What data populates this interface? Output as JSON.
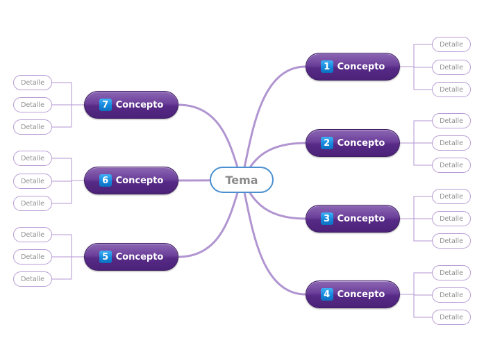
{
  "center": {
    "label": "Tema"
  },
  "concepts": [
    {
      "number": "1",
      "label": "Concepto",
      "details": [
        "Detalle",
        "Detalle",
        "Detalle"
      ]
    },
    {
      "number": "2",
      "label": "Concepto",
      "details": [
        "Detalle",
        "Detalle",
        "Detalle"
      ]
    },
    {
      "number": "3",
      "label": "Concepto",
      "details": [
        "Detalle",
        "Detalle",
        "Detalle"
      ]
    },
    {
      "number": "4",
      "label": "Concepto",
      "details": [
        "Detalle",
        "Detalle",
        "Detalle"
      ]
    },
    {
      "number": "5",
      "label": "Concepto",
      "details": [
        "Detalle",
        "Detalle",
        "Detalle"
      ]
    },
    {
      "number": "6",
      "label": "Concepto",
      "details": [
        "Detalle",
        "Detalle",
        "Detalle"
      ]
    },
    {
      "number": "7",
      "label": "Concepto",
      "details": [
        "Detalle",
        "Detalle",
        "Detalle"
      ]
    }
  ],
  "colors": {
    "branch_line": "#b195d1",
    "concept_fill": "#5f318f",
    "number_badge": "#1589dd",
    "center_border": "#4a8fd1",
    "detail_border": "#b89bd4"
  }
}
